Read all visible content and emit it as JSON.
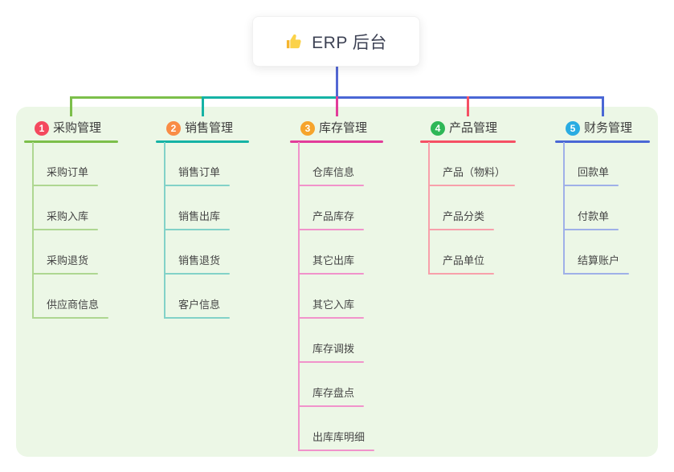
{
  "root": {
    "title": "ERP 后台",
    "icon": "thumbs-up-icon",
    "icon_color": "#fbd249",
    "line_color": "#5468d4"
  },
  "canvas": {
    "background_color": "#ecf7e6"
  },
  "branches": [
    {
      "num": "1",
      "label": "采购管理",
      "badge_color": "#f4495e",
      "line_color": "#7cbf4a",
      "light_color": "#aed791",
      "items": [
        "采购订单",
        "采购入库",
        "采购退货",
        "供应商信息"
      ]
    },
    {
      "num": "2",
      "label": "销售管理",
      "badge_color": "#f98c45",
      "line_color": "#15b3a5",
      "light_color": "#82d2c8",
      "items": [
        "销售订单",
        "销售出库",
        "销售退货",
        "客户信息"
      ]
    },
    {
      "num": "3",
      "label": "库存管理",
      "badge_color": "#f6a42c",
      "line_color": "#e23c9a",
      "light_color": "#f193cb",
      "items": [
        "仓库信息",
        "产品库存",
        "其它出库",
        "其它入库",
        "库存调拨",
        "库存盘点",
        "出库库明细"
      ]
    },
    {
      "num": "4",
      "label": "产品管理",
      "badge_color": "#2eb757",
      "line_color": "#f55064",
      "light_color": "#f8a0ab",
      "items": [
        "产品（物料）",
        "产品分类",
        "产品单位"
      ]
    },
    {
      "num": "5",
      "label": "财务管理",
      "badge_color": "#2aace2",
      "line_color": "#4a67d5",
      "light_color": "#9fb0e8",
      "items": [
        "回款单",
        "付款单",
        "结算账户"
      ]
    }
  ]
}
